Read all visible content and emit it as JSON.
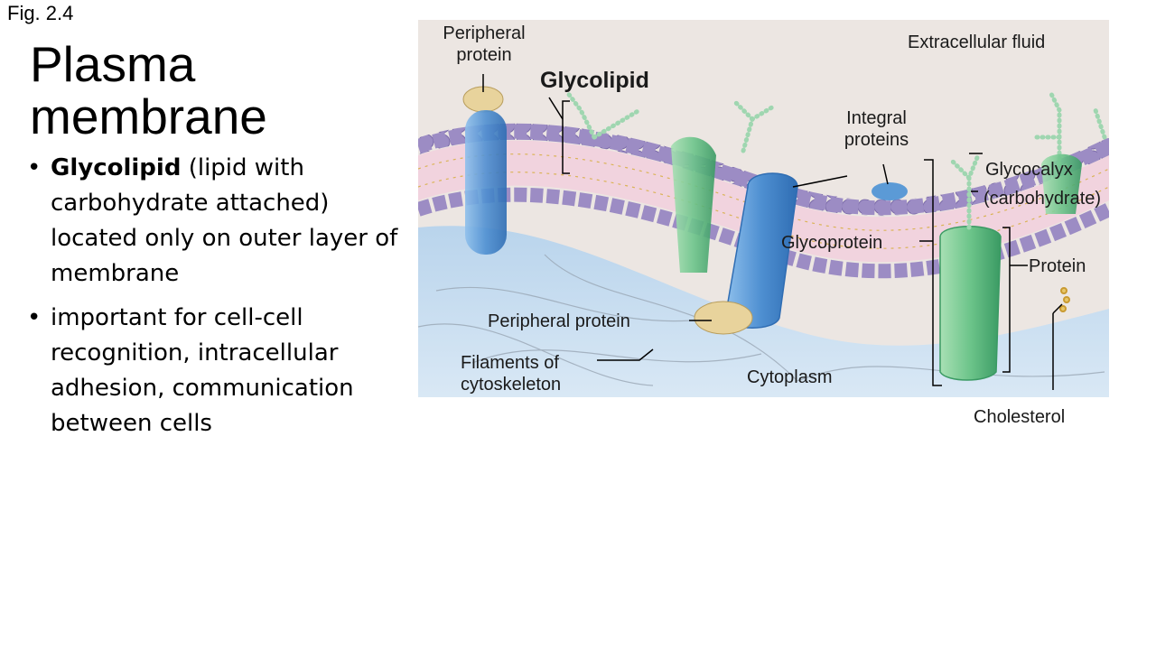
{
  "figure_label": "Fig. 2.4",
  "title_line1": "Plasma",
  "title_line2": "membrane",
  "bullets": [
    {
      "bold": "Glycolipid",
      "text": " (lipid with carbohydrate attached) located only on outer layer of membrane"
    },
    {
      "bold": "",
      "text": "important for cell-cell recognition, intracellular adhesion, communication between cells"
    }
  ],
  "diagram": {
    "labels": {
      "peripheral_protein_top_1": "Peripheral",
      "peripheral_protein_top_2": "protein",
      "glycolipid": "Glycolipid",
      "extracellular_fluid": "Extracellular fluid",
      "integral_proteins_1": "Integral",
      "integral_proteins_2": "proteins",
      "glycocalyx": "Glycocalyx",
      "carbohydrate": "(carbohydrate)",
      "glycoprotein": "Glycoprotein",
      "protein": "Protein",
      "peripheral_protein_bottom": "Peripheral protein",
      "filaments_1": "Filaments of",
      "filaments_2": "cytoskeleton",
      "cytoplasm": "Cytoplasm",
      "cholesterol": "Cholesterol"
    },
    "colors": {
      "extracellular": "#e9e3df",
      "cytoplasm": "#c9dff0",
      "phosphate_head": "#9c8cc4",
      "membrane_core": "#f1d3de",
      "tail": "#d8b048",
      "integral_protein": "#5b9ad6",
      "glycoprotein": "#6cc48a",
      "peripheral_protein": "#e8d39c",
      "carbohydrate_chain": "#9fd6b0"
    }
  }
}
